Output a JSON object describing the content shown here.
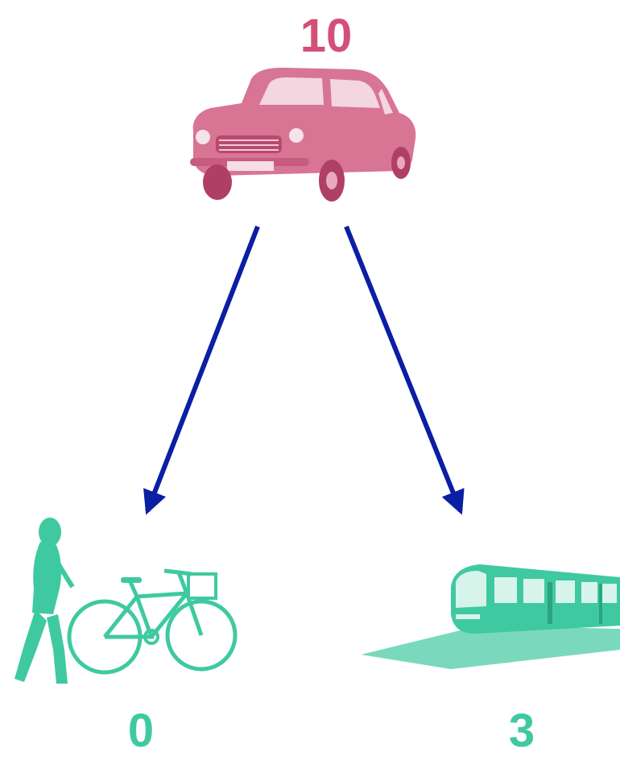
{
  "nodes": {
    "car": {
      "value": "10",
      "icon": "car-icon",
      "color": "#d44f78"
    },
    "bicycle": {
      "value": "0",
      "icon": "bicycle-pedestrian-icon",
      "color": "#3fc9a1"
    },
    "tram": {
      "value": "3",
      "icon": "tram-icon",
      "color": "#3fc9a1"
    }
  },
  "edges": [
    {
      "from": "car",
      "to": "bicycle"
    },
    {
      "from": "car",
      "to": "tram"
    }
  ],
  "arrow_color": "#0a1fa3"
}
